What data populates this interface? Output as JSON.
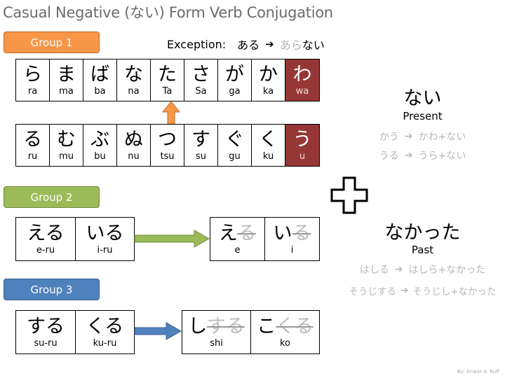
{
  "title": "Casual Negative (ない) Form Verb Conjugation",
  "credit": "By: Anwar A. Ruff",
  "group1": {
    "label": "Group 1",
    "exception": {
      "label": "Exception:",
      "from": "ある",
      "arrow": "➔",
      "gray": "あら",
      "tail": "ない"
    },
    "a_row": [
      {
        "kana": "ら",
        "romaji": "ra"
      },
      {
        "kana": "ま",
        "romaji": "ma"
      },
      {
        "kana": "ば",
        "romaji": "ba"
      },
      {
        "kana": "な",
        "romaji": "na"
      },
      {
        "kana": "た",
        "romaji": "Ta"
      },
      {
        "kana": "さ",
        "romaji": "Sa"
      },
      {
        "kana": "が",
        "romaji": "ga"
      },
      {
        "kana": "か",
        "romaji": "ka"
      },
      {
        "kana": "わ",
        "romaji": "wa"
      }
    ],
    "u_row": [
      {
        "kana": "る",
        "romaji": "ru"
      },
      {
        "kana": "む",
        "romaji": "mu"
      },
      {
        "kana": "ぶ",
        "romaji": "bu"
      },
      {
        "kana": "ぬ",
        "romaji": "nu"
      },
      {
        "kana": "つ",
        "romaji": "tsu"
      },
      {
        "kana": "す",
        "romaji": "su"
      },
      {
        "kana": "ぐ",
        "romaji": "gu"
      },
      {
        "kana": "く",
        "romaji": "ku"
      },
      {
        "kana": "う",
        "romaji": "u"
      }
    ]
  },
  "group2": {
    "label": "Group 2",
    "before": [
      {
        "kana": "える",
        "romaji": "e-ru"
      },
      {
        "kana": "いる",
        "romaji": "i-ru"
      }
    ],
    "after": [
      {
        "keep": "え",
        "struck": "る",
        "romaji": "e"
      },
      {
        "keep": "い",
        "struck": "る",
        "romaji": "i"
      }
    ]
  },
  "group3": {
    "label": "Group 3",
    "before": [
      {
        "kana": "する",
        "romaji": "su-ru"
      },
      {
        "kana": "くる",
        "romaji": "ku-ru"
      }
    ],
    "after": [
      {
        "keep": "し",
        "struck": "する",
        "romaji": "shi"
      },
      {
        "keep": "こ",
        "struck": "くる",
        "romaji": "ko"
      }
    ]
  },
  "present": {
    "heading": "ない",
    "label": "Present",
    "examples": [
      {
        "from": "かう",
        "arrow": "➔",
        "to": "かわ+ない"
      },
      {
        "from": "うる",
        "arrow": "➔",
        "to": "うら+ない"
      }
    ]
  },
  "past": {
    "heading": "なかった",
    "label": "Past",
    "examples": [
      {
        "from": "はしる",
        "arrow": "➔",
        "to": "はしら+なかった"
      },
      {
        "from": "そうじする",
        "arrow": "➔",
        "to": "そうじし+なかった"
      }
    ]
  },
  "colors": {
    "group1": "#f79646",
    "group2": "#9bbb59",
    "group3": "#4f81bd",
    "highlight": "#953735",
    "title": "#6b6b6b",
    "light_text": "#b7b7b7"
  },
  "icons": {
    "plus": "plus-icon",
    "arrows": "arrow-icon"
  }
}
